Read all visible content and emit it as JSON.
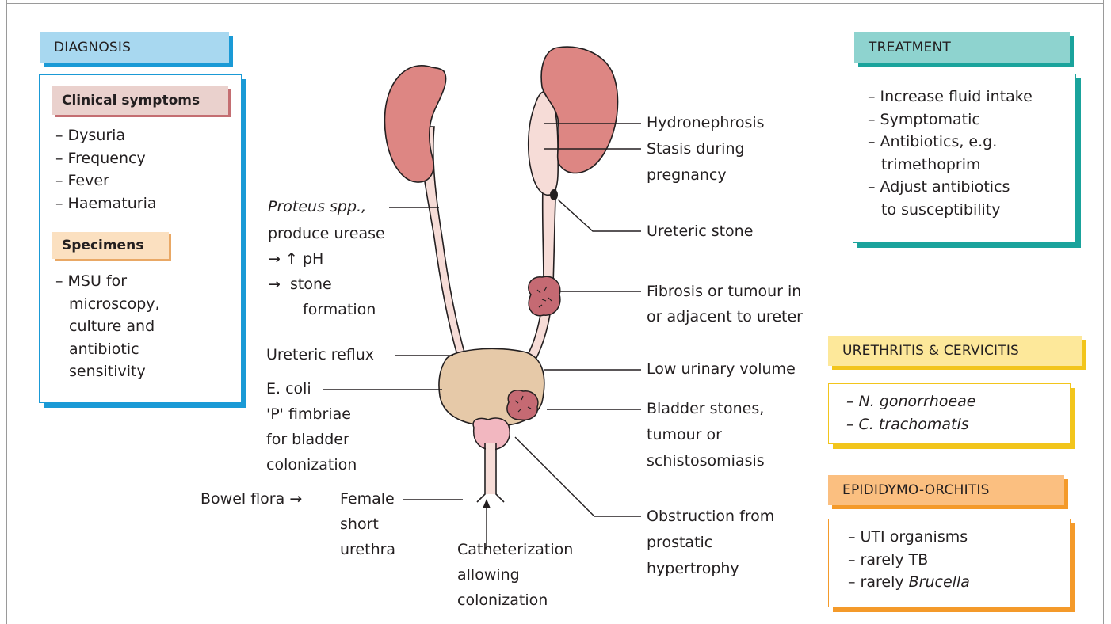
{
  "diagnosis": {
    "title": "DIAGNOSIS",
    "clinical_title": "Clinical symptoms",
    "clinical_items": [
      "– Dysuria",
      "– Frequency",
      "– Fever",
      "– Haematuria"
    ],
    "specimens_title": "Specimens",
    "specimen_lines": [
      "– MSU for",
      "microscopy,",
      "culture and",
      "antibiotic",
      "sensitivity"
    ]
  },
  "treatment": {
    "title": "TREATMENT",
    "lines": [
      "– Increase fluid intake",
      "– Symptomatic",
      "– Antibiotics, e.g.",
      "trimethoprim",
      "– Adjust antibiotics",
      "to susceptibility"
    ]
  },
  "urethritis": {
    "title": "URETHRITIS & CERVICITIS",
    "items": [
      "– N. gonorrhoeae",
      "– C. trachomatis"
    ]
  },
  "epididymo": {
    "title": "EPIDIDYMO-ORCHITIS",
    "item1": "– UTI organisms",
    "item2": "– rarely TB",
    "item3_prefix": "– rarely ",
    "item3_italic": "Brucella"
  },
  "labels": {
    "proteus_italic": "Proteus spp.,",
    "proteus_line2": "produce urease",
    "ph_arrow": "→",
    "ph_up": "↑",
    "ph_text": "pH",
    "stone_arrow": "→",
    "stone_line1": "stone",
    "stone_line2": "formation",
    "reflux": "Ureteric reflux",
    "ecoli": [
      "E. coli",
      "'P' fimbriae",
      "for bladder",
      "colonization"
    ],
    "bowel": "Bowel flora",
    "bowel_arrow": "→",
    "female": [
      "Female",
      "short",
      "urethra"
    ],
    "catheter": [
      "Catheterization",
      "allowing",
      "colonization"
    ],
    "hydronephrosis": "Hydronephrosis",
    "stasis": [
      "Stasis during",
      "pregnancy"
    ],
    "ureteric_stone": "Ureteric stone",
    "fibrosis": [
      "Fibrosis or tumour in",
      "or adjacent to ureter"
    ],
    "low_volume": "Low urinary volume",
    "bladder_stones": [
      "Bladder stones,",
      "tumour or",
      "schistosomiasis"
    ],
    "obstruction": [
      "Obstruction from",
      "prostatic",
      "hypertrophy"
    ]
  },
  "colors": {
    "diagnosis": "#1a9ad6",
    "treatment": "#1aa39c",
    "urethritis": "#f2c51c",
    "epididymo": "#f49a2a",
    "kidney": "#dd8683",
    "ureter": "#f6dcd7",
    "bladder": "#e6c9a8"
  }
}
